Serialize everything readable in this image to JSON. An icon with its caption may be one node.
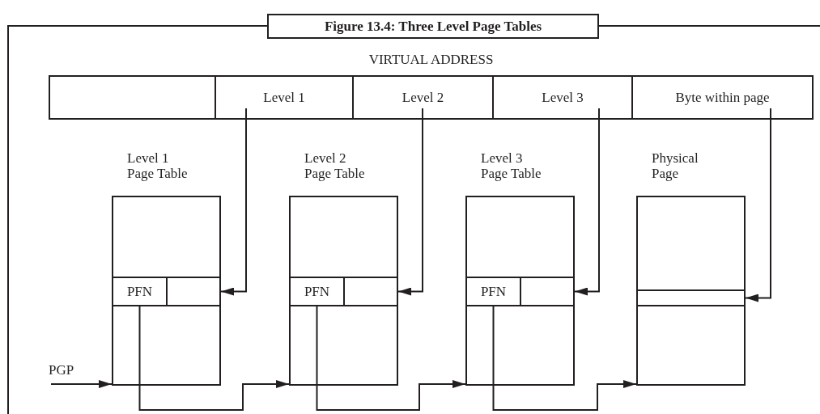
{
  "diagram": {
    "title": "Figure 13.4: Three Level Page Tables",
    "nodes": [
      {
        "text": [
          "VIRTUAL ADDRESS"
        ]
      },
      {
        "text": [
          "Level 1"
        ],
        "in": 0
      },
      {
        "text": [
          "Level 2"
        ],
        "in": 0
      },
      {
        "text": [
          "Level 3"
        ],
        "in": 0
      },
      {
        "text": [
          "Byte within page"
        ],
        "in": 0
      },
      {
        "text": [
          "Level 1 Page Table"
        ]
      },
      {
        "text": [
          "PFN"
        ],
        "in": 5
      },
      {
        "text": [],
        "shape": "box",
        "in": 5
      },
      {
        "text": [
          "Level 2 Page Table"
        ]
      },
      {
        "text": [
          "PFN"
        ],
        "in": 8
      },
      {
        "text": [],
        "shape": "box",
        "in": 8
      },
      {
        "text": [
          "Level 3 Page Table"
        ]
      },
      {
        "text": [
          "PFN"
        ],
        "in": 11
      },
      {
        "text": [],
        "shape": "box",
        "in": 11
      },
      {
        "text": [
          "Physical Page"
        ]
      },
      {
        "text": [],
        "shape": "box",
        "in": 14
      },
      {
        "text": [
          "PGP"
        ]
      }
    ],
    "edges": [
      {
        "from": 1,
        "to": 7,
        "arrow": "to"
      },
      {
        "from": 2,
        "to": 10,
        "arrow": "to"
      },
      {
        "from": 3,
        "to": 13,
        "arrow": "to"
      },
      {
        "from": 4,
        "to": 15,
        "arrow": "to"
      },
      {
        "from": 16,
        "to": 5,
        "arrow": "to"
      },
      {
        "from": 6,
        "to": 8,
        "arrow": "to"
      },
      {
        "from": 9,
        "to": 11,
        "arrow": "to"
      },
      {
        "from": 12,
        "to": 14,
        "arrow": "to"
      }
    ]
  }
}
